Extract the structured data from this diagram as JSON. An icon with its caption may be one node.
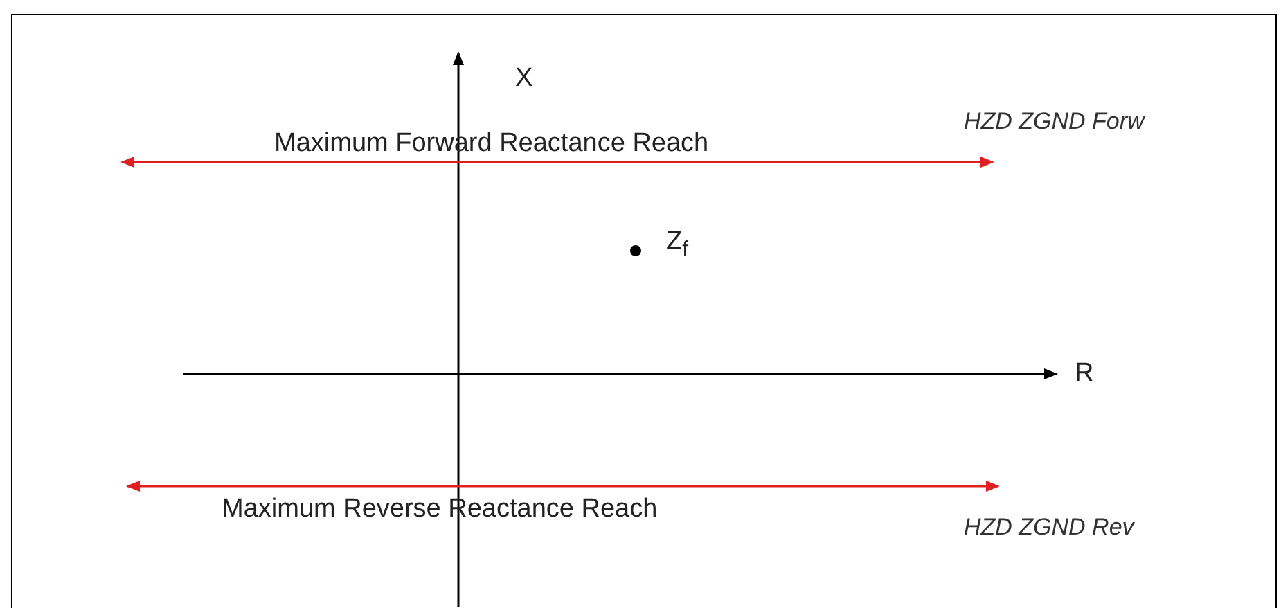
{
  "diagram": {
    "labels": [
      "X",
      "Maximum Forward Reactance Reach",
      "HZD ZGND Forw",
      "Z$_{f}$",
      "R",
      "Maximum Reverse Reactance Reach",
      "HZD ZGND Rev"
    ]
  }
}
